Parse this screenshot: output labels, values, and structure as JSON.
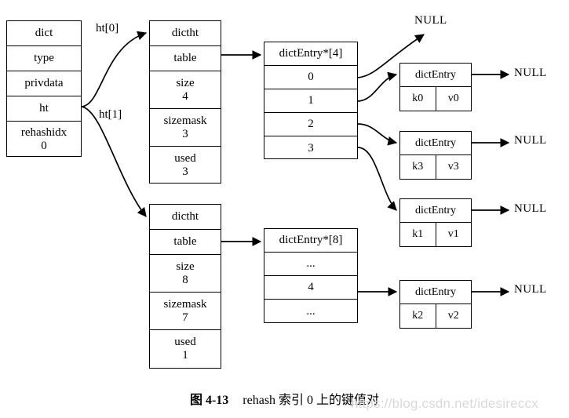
{
  "diagram": {
    "title": "dict rehash index 0 key-value pair",
    "caption": {
      "figure_number": "图 4-13",
      "text": "rehash 索引 0 上的键值对"
    },
    "watermark": "https://blog.csdn.net/idesireccx",
    "colors": {
      "background": "#ffffff",
      "stroke": "#000000",
      "watermark": "#d9d9d9"
    }
  },
  "dict_struct": {
    "title": "dict",
    "fields": [
      {
        "name": "type",
        "value": ""
      },
      {
        "name": "privdata",
        "value": ""
      },
      {
        "name": "ht",
        "value": ""
      },
      {
        "name": "rehashidx",
        "value": "0"
      }
    ],
    "rehashidx_cell": "rehashidx\n0"
  },
  "pointer_labels": {
    "ht0": "ht[0]",
    "ht1": "ht[1]"
  },
  "hashtables": [
    {
      "title": "dictht",
      "table_label": "table",
      "size_cell": "size\n4",
      "sizemask_cell": "sizemask\n3",
      "used_cell": "used\n3",
      "size": "4",
      "sizemask": "3",
      "used": "3"
    },
    {
      "title": "dictht",
      "table_label": "table",
      "size_cell": "size\n8",
      "sizemask_cell": "sizemask\n7",
      "used_cell": "used\n1",
      "size": "8",
      "sizemask": "7",
      "used": "1"
    }
  ],
  "bucket_arrays": [
    {
      "header": "dictEntry*[4]",
      "slots": [
        "0",
        "1",
        "2",
        "3"
      ]
    },
    {
      "header": "dictEntry*[8]",
      "slots": [
        "...",
        "4",
        "..."
      ]
    }
  ],
  "entries": [
    {
      "id": "entry-0",
      "title": "dictEntry",
      "key": "k0",
      "value": "v0",
      "next": "NULL"
    },
    {
      "id": "entry-3",
      "title": "dictEntry",
      "key": "k3",
      "value": "v3",
      "next": "NULL"
    },
    {
      "id": "entry-1",
      "title": "dictEntry",
      "key": "k1",
      "value": "v1",
      "next": "NULL"
    },
    {
      "id": "entry-2",
      "title": "dictEntry",
      "key": "k2",
      "value": "v2",
      "next": "NULL"
    }
  ],
  "null_labels": {
    "slot0_null": "NULL",
    "entry0_null": "NULL",
    "entry3_null": "NULL",
    "entry1_null": "NULL",
    "entry2_null": "NULL"
  }
}
